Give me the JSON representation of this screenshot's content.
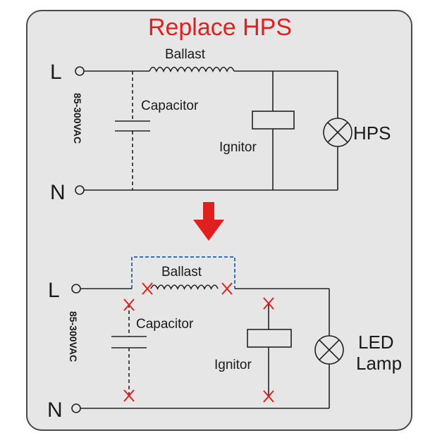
{
  "title": "Replace HPS",
  "top_circuit": {
    "line_terminal": "L",
    "neutral_terminal": "N",
    "voltage": "85-300VAC",
    "ballast": "Ballast",
    "capacitor": "Capacitor",
    "ignitor": "Ignitor",
    "lamp": "HPS"
  },
  "bottom_circuit": {
    "line_terminal": "L",
    "neutral_terminal": "N",
    "voltage": "85-300VAC",
    "ballast": "Ballast",
    "capacitor": "Capacitor",
    "ignitor": "Ignitor",
    "lamp_line1": "LED",
    "lamp_line2": "Lamp"
  },
  "colors": {
    "accent": "#e0201e",
    "bypass": "#3a6fb7",
    "panel": "#e6e6e6"
  }
}
